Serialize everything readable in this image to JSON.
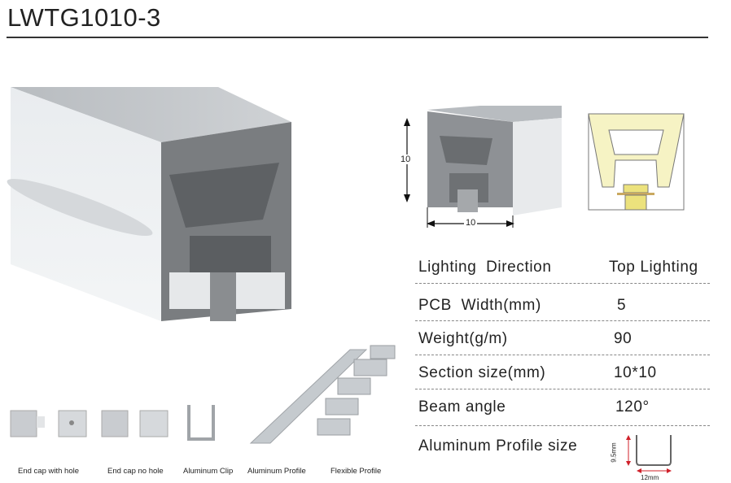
{
  "title": "LWTG1010-3",
  "dimensions": {
    "height_label": "10",
    "width_label": "10"
  },
  "specs": [
    {
      "label": "Lighting  Direction",
      "value": "Top Lighting"
    },
    {
      "label": "PCB  Width(mm)",
      "value": "5"
    },
    {
      "label": "Weight(g/m)",
      "value": "90"
    },
    {
      "label": "Section size(mm)",
      "value": "10*10"
    },
    {
      "label": "Beam angle",
      "value": "120°"
    },
    {
      "label": "Aluminum Profile size",
      "value": ""
    }
  ],
  "profile_size": {
    "height": "9.5mm",
    "width": "12mm"
  },
  "accessories": [
    {
      "label": "End cap with hole"
    },
    {
      "label": "End cap no hole"
    },
    {
      "label": "Aluminum Clip"
    },
    {
      "label": "Aluminum Profile"
    },
    {
      "label": "Flexible Profile"
    }
  ],
  "colors": {
    "glow": "#f6f3c4",
    "led": "#e8dc7a",
    "pcb": "#c9a860",
    "dim_red": "#d0202a"
  }
}
